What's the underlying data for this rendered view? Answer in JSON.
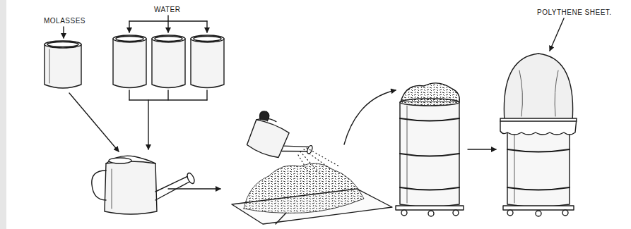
{
  "diagram": {
    "labels": [
      "MOLASSES",
      "WATER",
      "POLYTHENE SHEET."
    ]
  }
}
